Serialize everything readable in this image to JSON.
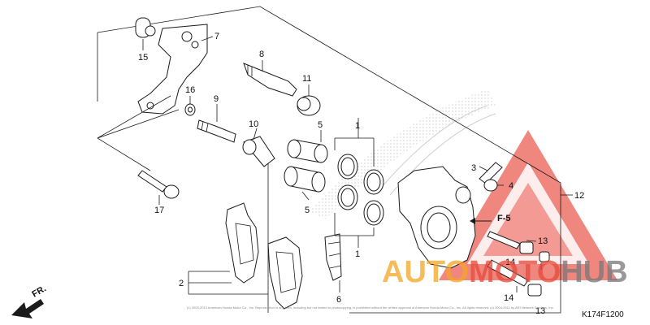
{
  "callouts": {
    "c1_top": "1",
    "c1_bottom": "1",
    "c2": "2",
    "c3": "3",
    "c4": "4",
    "c5_top": "5",
    "c5_bottom": "5",
    "c6": "6",
    "c7": "7",
    "c8": "8",
    "c9": "9",
    "c10": "10",
    "c11": "11",
    "c12": "12",
    "c13_top": "13",
    "c13_bottom": "13",
    "c14_top": "14",
    "c14_bottom": "14",
    "c15": "15",
    "c16": "16",
    "c17": "17"
  },
  "reference_label": "F-5",
  "front_marker": "FR.",
  "diagram_code": "K174F1200",
  "copyright_line": "(c) 2003-2013 American Honda Motor Co., Inc. Reproduction in any form, including but not limited to photocopying, is prohibited without the written approval of American Honda Motor Co., Inc. All rights reserved. (c) 2004-2011 by ARI Network Services, Inc.",
  "watermark": {
    "brand_part1": "AUTO",
    "brand_part2": "MOTO",
    "brand_part3": "HUB",
    "color_orange": "#f5a623",
    "color_red": "#e8473a",
    "color_gray": "#777777"
  }
}
